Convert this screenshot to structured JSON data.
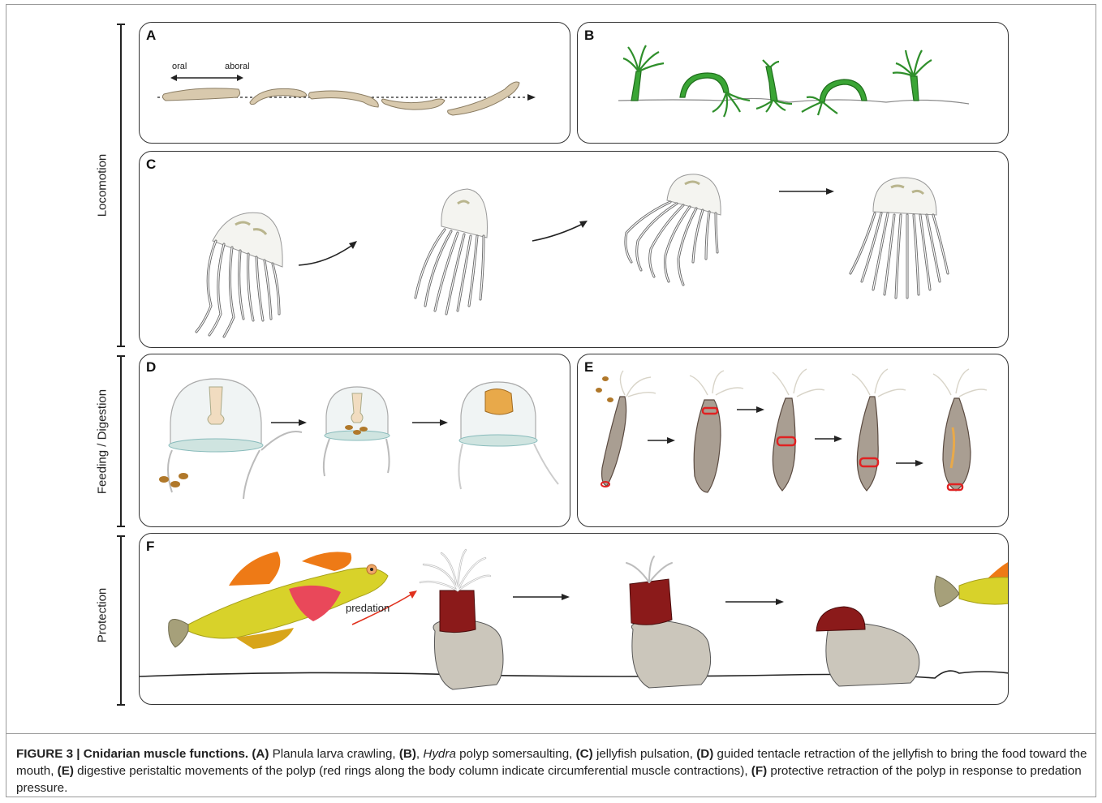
{
  "section_labels": {
    "locomotion": "Locomotion",
    "feeding": "Feeding / Digestion",
    "protection": "Protection"
  },
  "panels": {
    "a": {
      "label": "A",
      "oral": "oral",
      "aboral": "aboral"
    },
    "b": {
      "label": "B"
    },
    "c": {
      "label": "C"
    },
    "d": {
      "label": "D"
    },
    "e": {
      "label": "E"
    },
    "f": {
      "label": "F",
      "predation": "predation"
    }
  },
  "caption": {
    "title": "FIGURE 3 | Cnidarian muscle functions.",
    "a_ref": "(A)",
    "a_text": " Planula larva crawling, ",
    "b_ref": "(B)",
    "b_pre": ", ",
    "b_italic": "Hydra",
    "b_text": " polyp somersaulting, ",
    "c_ref": "(C)",
    "c_text": " jellyfish pulsation, ",
    "d_ref": "(D)",
    "d_text": " guided tentacle retraction of the jellyfish to bring the food toward the mouth, ",
    "e_ref": "(E)",
    "e_text": " digestive peristaltic movements of the polyp (red rings along the body column indicate circumferential muscle contractions), ",
    "f_ref": "(F)",
    "f_text": " protective retraction of the polyp in response to predation pressure."
  },
  "colors": {
    "hydra_green": "#3aa535",
    "larva_tan": "#d8c9ad",
    "anemone_red": "#8b1a1a",
    "rock_gray": "#cbc6bb",
    "fish_yellow": "#d8d22a",
    "fin_orange": "#ee7a16",
    "muscle_red": "#e02222"
  }
}
